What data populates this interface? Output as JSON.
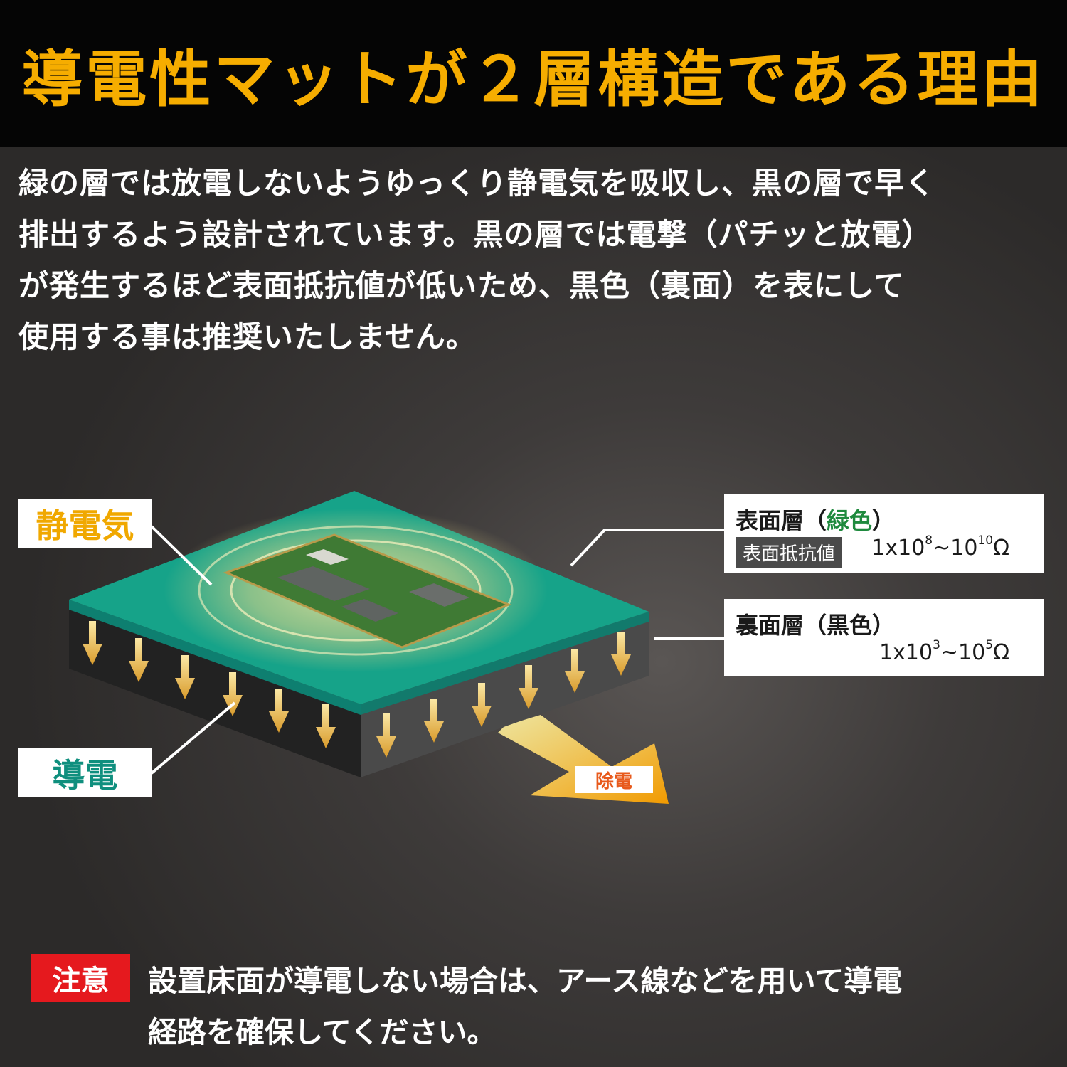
{
  "header": {
    "title": "導電性マットが２層構造である理由"
  },
  "intro": {
    "lines": [
      "緑の層では放電しないようゆっくり静電気を吸収し、黒の層で早く",
      "排出するよう設計されています。黒の層では電撃（パチッと放電）",
      "が発生するほど表面抵抗値が低いため、黒色（裏面）を表にして",
      "使用する事は推奨いたしません。"
    ]
  },
  "diagram": {
    "labels": {
      "static": "静電気",
      "conduction": "導電",
      "discharge": "除電"
    },
    "front_layer": {
      "title_prefix": "表面層（",
      "title_color": "緑色",
      "title_suffix": "）",
      "resistance_label": "表面抵抗値",
      "value_base_1": "1x10",
      "value_exp_1": "8",
      "value_sep": "~10",
      "value_exp_2": "10",
      "value_unit": "Ω"
    },
    "back_layer": {
      "title": "裏面層（黒色）",
      "value_base_1": "1x10",
      "value_exp_1": "3",
      "value_sep": "~10",
      "value_exp_2": "5",
      "value_unit": "Ω"
    },
    "colors": {
      "green_surface": "#16a389",
      "black_layer": "#2e2e2e",
      "arrow": "#f2c25a",
      "discharge_arrow": "#f0a500"
    }
  },
  "note": {
    "badge": "注意",
    "lines": [
      "設置床面が導電しない場合は、アース線などを用いて導電",
      "経路を確保してください。"
    ]
  }
}
